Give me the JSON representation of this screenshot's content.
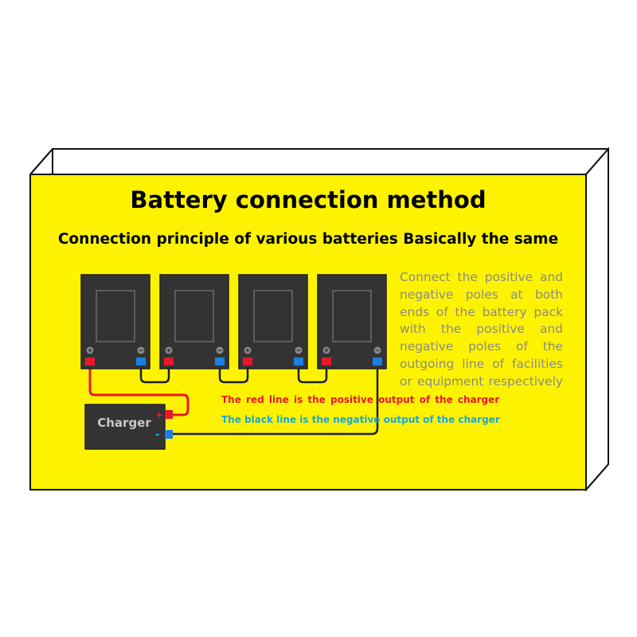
{
  "title": "Battery connection method",
  "subtitle": "Connection principle of various batteries Basically the same",
  "description_lines": [
    "Connect the positive and",
    "negative poles at both",
    "ends of the battery pack",
    "with the positive and",
    "negative poles of the",
    "outgoing line of facilities",
    "or equipment respectively"
  ],
  "notes": {
    "red_line": "The red line is the positive output of the charger",
    "black_line": "The black line is the negative output of the charger"
  },
  "charger": {
    "label": "Charger",
    "plus": "+",
    "minus": "-"
  },
  "colors": {
    "panel": "#fdf301",
    "battery": "#333333",
    "positive_wire": "#e8182a",
    "negative_wire": "#1d1d1d",
    "positive_terminal": "#e8182a",
    "negative_terminal": "#1a7fe0",
    "note_red": "#e8182a",
    "note_blue": "#1aa7de",
    "description": "#8a8a8a"
  }
}
